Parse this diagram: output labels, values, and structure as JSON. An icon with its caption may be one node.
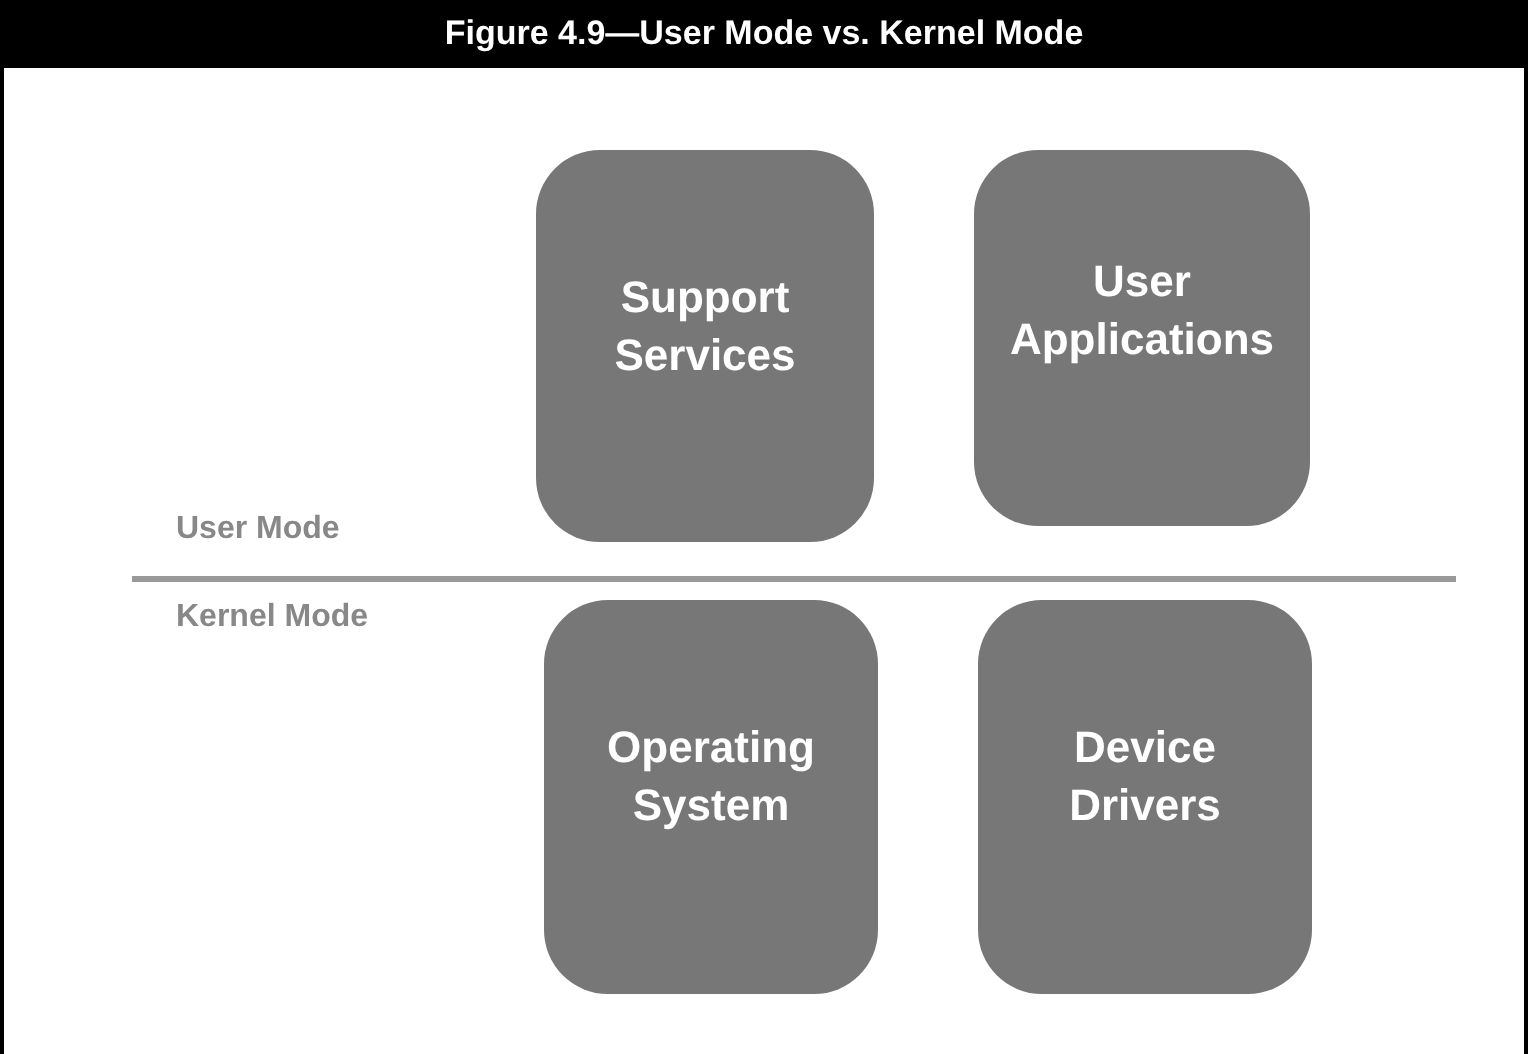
{
  "diagram": {
    "title": "Figure 4.9—User Mode vs. Kernel Mode",
    "nodes": [
      {
        "text": [
          "Support Services"
        ]
      },
      {
        "text": [
          "User Applications"
        ]
      },
      {
        "text": [
          "Operating System"
        ]
      },
      {
        "text": [
          "Device Drivers"
        ]
      }
    ],
    "labels": [
      "User Mode",
      "Kernel Mode"
    ]
  }
}
